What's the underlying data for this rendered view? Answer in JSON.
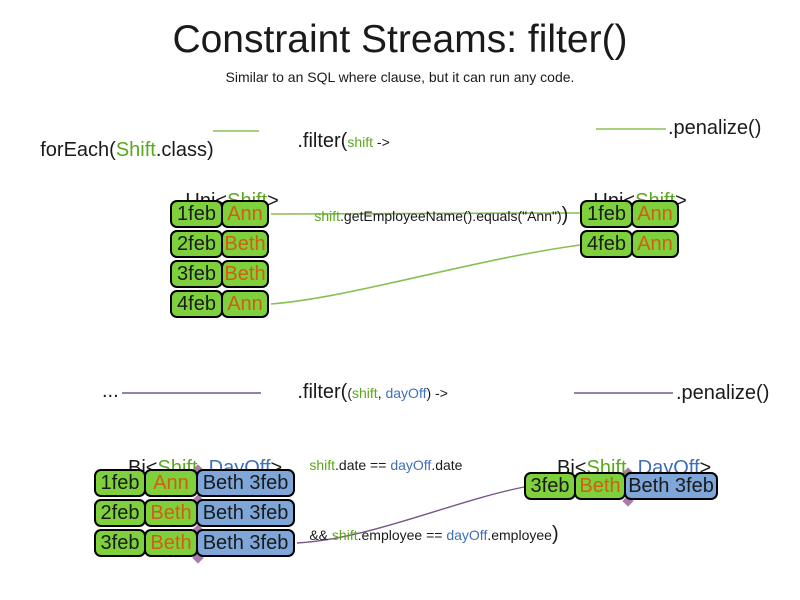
{
  "title": "Constraint Streams: filter()",
  "subtitle": "Similar to an SQL where clause, but it can run any code.",
  "colors": {
    "ink": "#1a1a1a",
    "green-text": "#5ba71e",
    "green-cell": "#7ed03c",
    "orange-text": "#d06010",
    "blue-text": "#3f6fba",
    "blue-cell": "#7ea6d8",
    "green-line": "#8abf55",
    "purple-line": "#7a5788",
    "diamond": "#aa7cab",
    "cell-border": "#000000"
  },
  "flow1": {
    "source_pre": "forEach(",
    "source_type": "Shift",
    "source_post": ".class)",
    "filter_call": ".filter(",
    "filter_param": "shift",
    "filter_arrow": " ->",
    "body_var": "shift",
    "body_rest": ".getEmployeeName().equals(\"Ann\")",
    "body_close": ")",
    "penalize": ".penalize()",
    "left_table": {
      "header_pre": "Uni<",
      "header_type": "Shift",
      "header_post": ">",
      "rows": [
        {
          "date": "1feb",
          "employee": "Ann"
        },
        {
          "date": "2feb",
          "employee": "Beth"
        },
        {
          "date": "3feb",
          "employee": "Beth"
        },
        {
          "date": "4feb",
          "employee": "Ann"
        }
      ]
    },
    "right_table": {
      "header_pre": "Uni<",
      "header_type": "Shift",
      "header_post": ">",
      "rows": [
        {
          "date": "1feb",
          "employee": "Ann"
        },
        {
          "date": "4feb",
          "employee": "Ann"
        }
      ]
    }
  },
  "flow2": {
    "source": "...",
    "filter_call": ".filter(",
    "param_open": "(",
    "param1": "shift",
    "param_sep": ", ",
    "param2": "dayOff",
    "param_close": ")",
    "filter_arrow": " ->",
    "body1_var1": "shift",
    "body1_mid": ".date == ",
    "body1_var2": "dayOff",
    "body1_end": ".date",
    "body2_pre": "&& ",
    "body2_var1": "shift",
    "body2_mid": ".employee == ",
    "body2_var2": "dayOff",
    "body2_end": ".employee",
    "body2_close": ")",
    "penalize": ".penalize()",
    "left_table": {
      "header_pre": "Bi<",
      "header_type1": "Shift",
      "header_sep": ", ",
      "header_type2": "DayOff",
      "header_post": ">",
      "rows": [
        {
          "date": "1feb",
          "employee": "Ann",
          "dayoff": "Beth 3feb"
        },
        {
          "date": "2feb",
          "employee": "Beth",
          "dayoff": "Beth 3feb"
        },
        {
          "date": "3feb",
          "employee": "Beth",
          "dayoff": "Beth 3feb"
        }
      ]
    },
    "right_table": {
      "header_pre": "Bi<",
      "header_type1": "Shift",
      "header_sep": ", ",
      "header_type2": "DayOff",
      "header_post": ">",
      "rows": [
        {
          "date": "3feb",
          "employee": "Beth",
          "dayoff": "Beth 3feb"
        }
      ]
    }
  }
}
